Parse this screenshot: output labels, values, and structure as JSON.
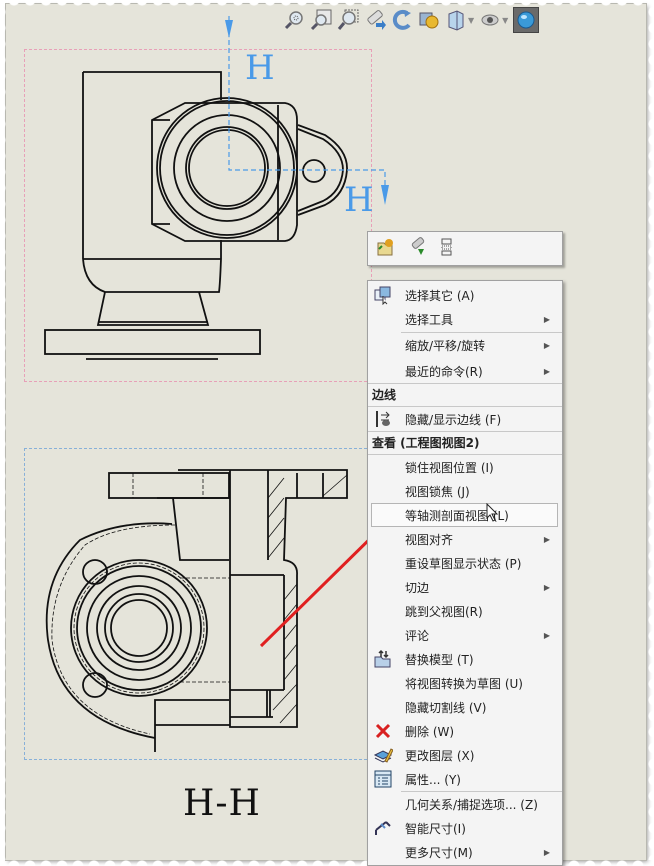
{
  "toolbar": {
    "icons": [
      {
        "name": "zoom-to-fit-icon"
      },
      {
        "name": "zoom-to-area-icon"
      },
      {
        "name": "zoom-to-selection-icon"
      },
      {
        "name": "previous-view-icon"
      },
      {
        "name": "rotate-view-icon"
      },
      {
        "name": "section-view-icon"
      },
      {
        "name": "view-orientation-icon"
      },
      {
        "name": "hide-show-items-icon"
      },
      {
        "name": "appearance-icon"
      }
    ]
  },
  "drawing": {
    "cut_line_label_top": "H",
    "cut_line_label_right": "H",
    "section_view_label": "H-H",
    "colors": {
      "cut_line": "#4a9ae8",
      "top_view_border": "#e8a0b8",
      "section_view_border": "#88b0d8",
      "annotation_arrow": "#e02020"
    }
  },
  "context_toolbar": {
    "icons": [
      {
        "name": "open-drawing-icon"
      },
      {
        "name": "zoom-to-selection-icon"
      },
      {
        "name": "layout-icon"
      }
    ]
  },
  "menu": {
    "items": [
      {
        "label": "选择其它 (A)",
        "icon": "select-other-icon",
        "submenu": false
      },
      {
        "label": "选择工具",
        "submenu": true
      },
      {
        "label": "缩放/平移/旋转",
        "submenu": true
      },
      {
        "label": "最近的命令(R)",
        "submenu": true
      }
    ],
    "section_edge": "边线",
    "edge_items": [
      {
        "label": "隐藏/显示边线 (F)",
        "icon": "hide-show-edges-icon"
      }
    ],
    "section_view": "查看 (工程图视图2)",
    "view_items": [
      {
        "label": "锁住视图位置 (I)",
        "submenu": false
      },
      {
        "label": "视图锁焦 (J)",
        "submenu": false
      },
      {
        "label": "等轴测剖面视图 (L)",
        "submenu": false,
        "hover": true
      },
      {
        "label": "视图对齐",
        "submenu": true
      },
      {
        "label": "重设草图显示状态 (P)",
        "submenu": false
      },
      {
        "label": "切边",
        "submenu": true
      },
      {
        "label": "跳到父视图(R)",
        "submenu": false
      },
      {
        "label": "评论",
        "submenu": true
      },
      {
        "label": "替换模型 (T)",
        "icon": "replace-model-icon",
        "submenu": false
      },
      {
        "label": "将视图转换为草图 (U)",
        "submenu": false
      },
      {
        "label": "隐藏切割线 (V)",
        "submenu": false
      },
      {
        "label": "删除 (W)",
        "icon": "delete-icon",
        "submenu": false
      },
      {
        "label": "更改图层 (X)",
        "icon": "change-layer-icon",
        "submenu": false
      },
      {
        "label": "属性... (Y)",
        "icon": "properties-icon",
        "submenu": false
      }
    ],
    "dim_items": [
      {
        "label": "几何关系/捕捉选项... (Z)",
        "submenu": false
      },
      {
        "label": "智能尺寸(I)",
        "icon": "smart-dimension-icon",
        "submenu": false
      },
      {
        "label": "更多尺寸(M)",
        "submenu": true
      }
    ]
  }
}
